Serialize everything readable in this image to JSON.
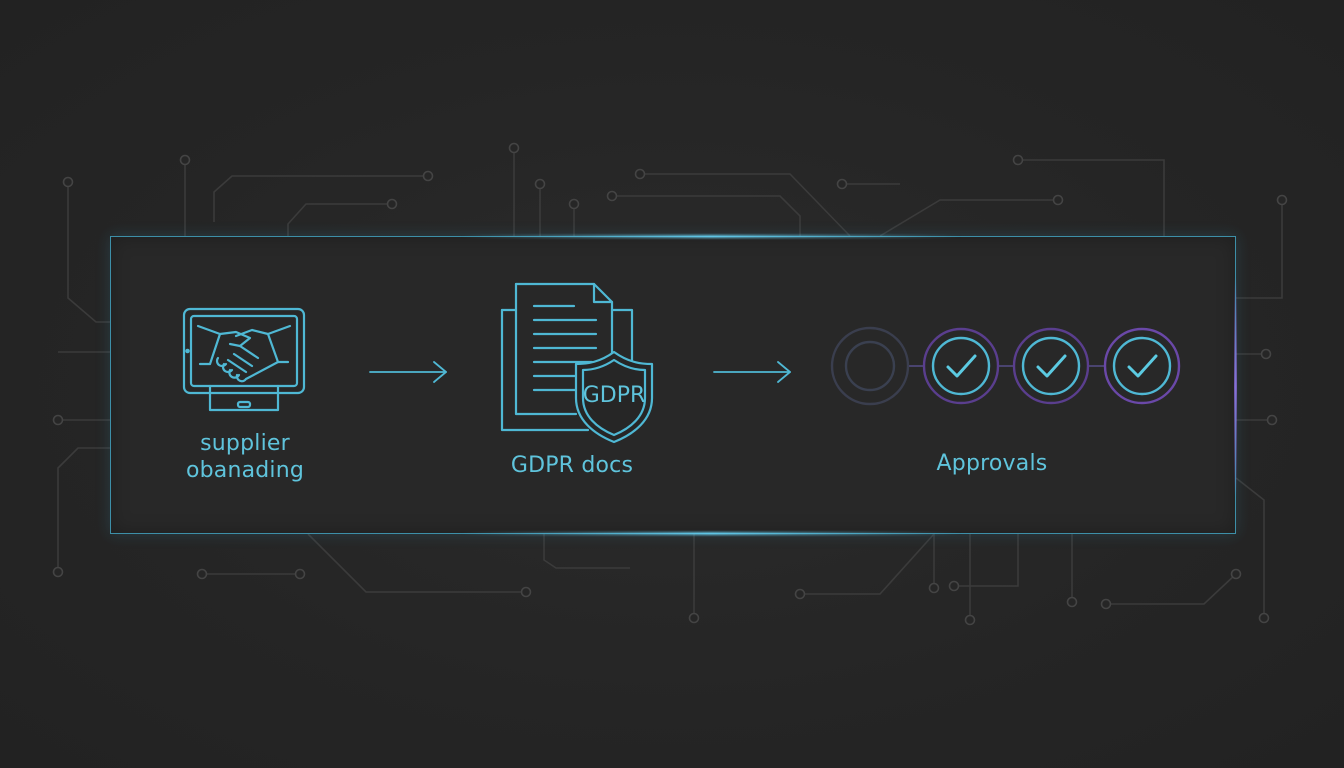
{
  "colors": {
    "background": "#262626",
    "accent_cyan": "#4fb8d4",
    "accent_purple": "#7a56b8",
    "trace": "#3a3a3a"
  },
  "steps": [
    {
      "icon": "handshake-tablet-icon",
      "label_line1": "supplier",
      "label_line2": "obanading"
    },
    {
      "icon": "gdpr-document-shield-icon",
      "shield_text": "GDPR",
      "label": "GDPR docs"
    },
    {
      "icon": "approval-checks-icon",
      "label": "Approvals",
      "checks_completed": 3,
      "checks_total": 4
    }
  ],
  "connectors": [
    "arrow-right-icon",
    "arrow-right-icon"
  ]
}
